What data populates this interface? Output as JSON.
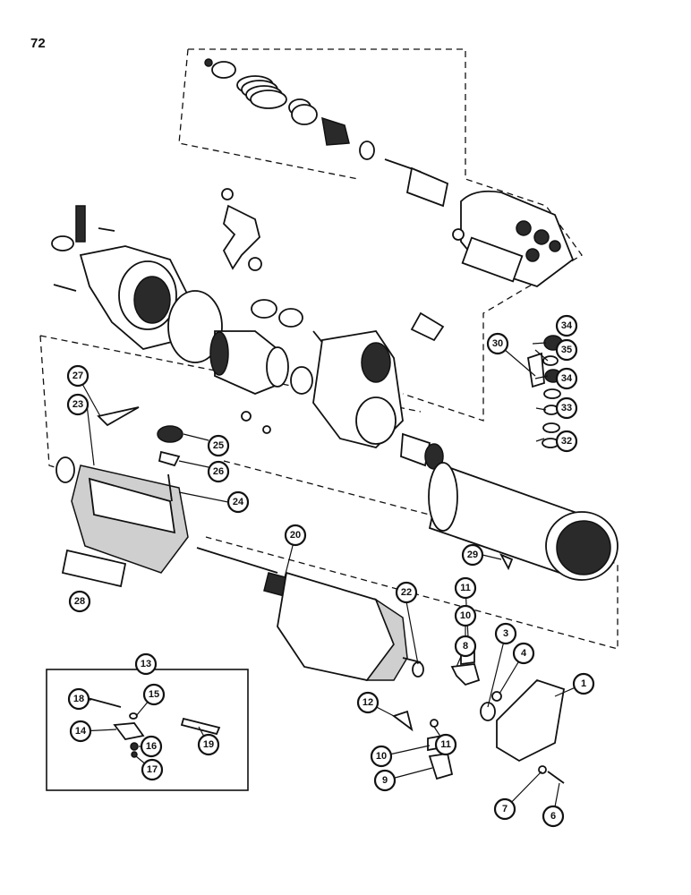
{
  "page": {
    "number": "72"
  },
  "callouts": [
    "1",
    "3",
    "4",
    "6",
    "7",
    "8",
    "9",
    "10",
    "10",
    "11",
    "11",
    "12",
    "13",
    "14",
    "15",
    "16",
    "17",
    "18",
    "19",
    "20",
    "22",
    "23",
    "24",
    "25",
    "26",
    "27",
    "28",
    "29",
    "30",
    "32",
    "33",
    "34",
    "34",
    "35"
  ],
  "colors": {
    "ink": "#111111",
    "paper": "#ffffff",
    "shade": "#2a2a2a"
  }
}
